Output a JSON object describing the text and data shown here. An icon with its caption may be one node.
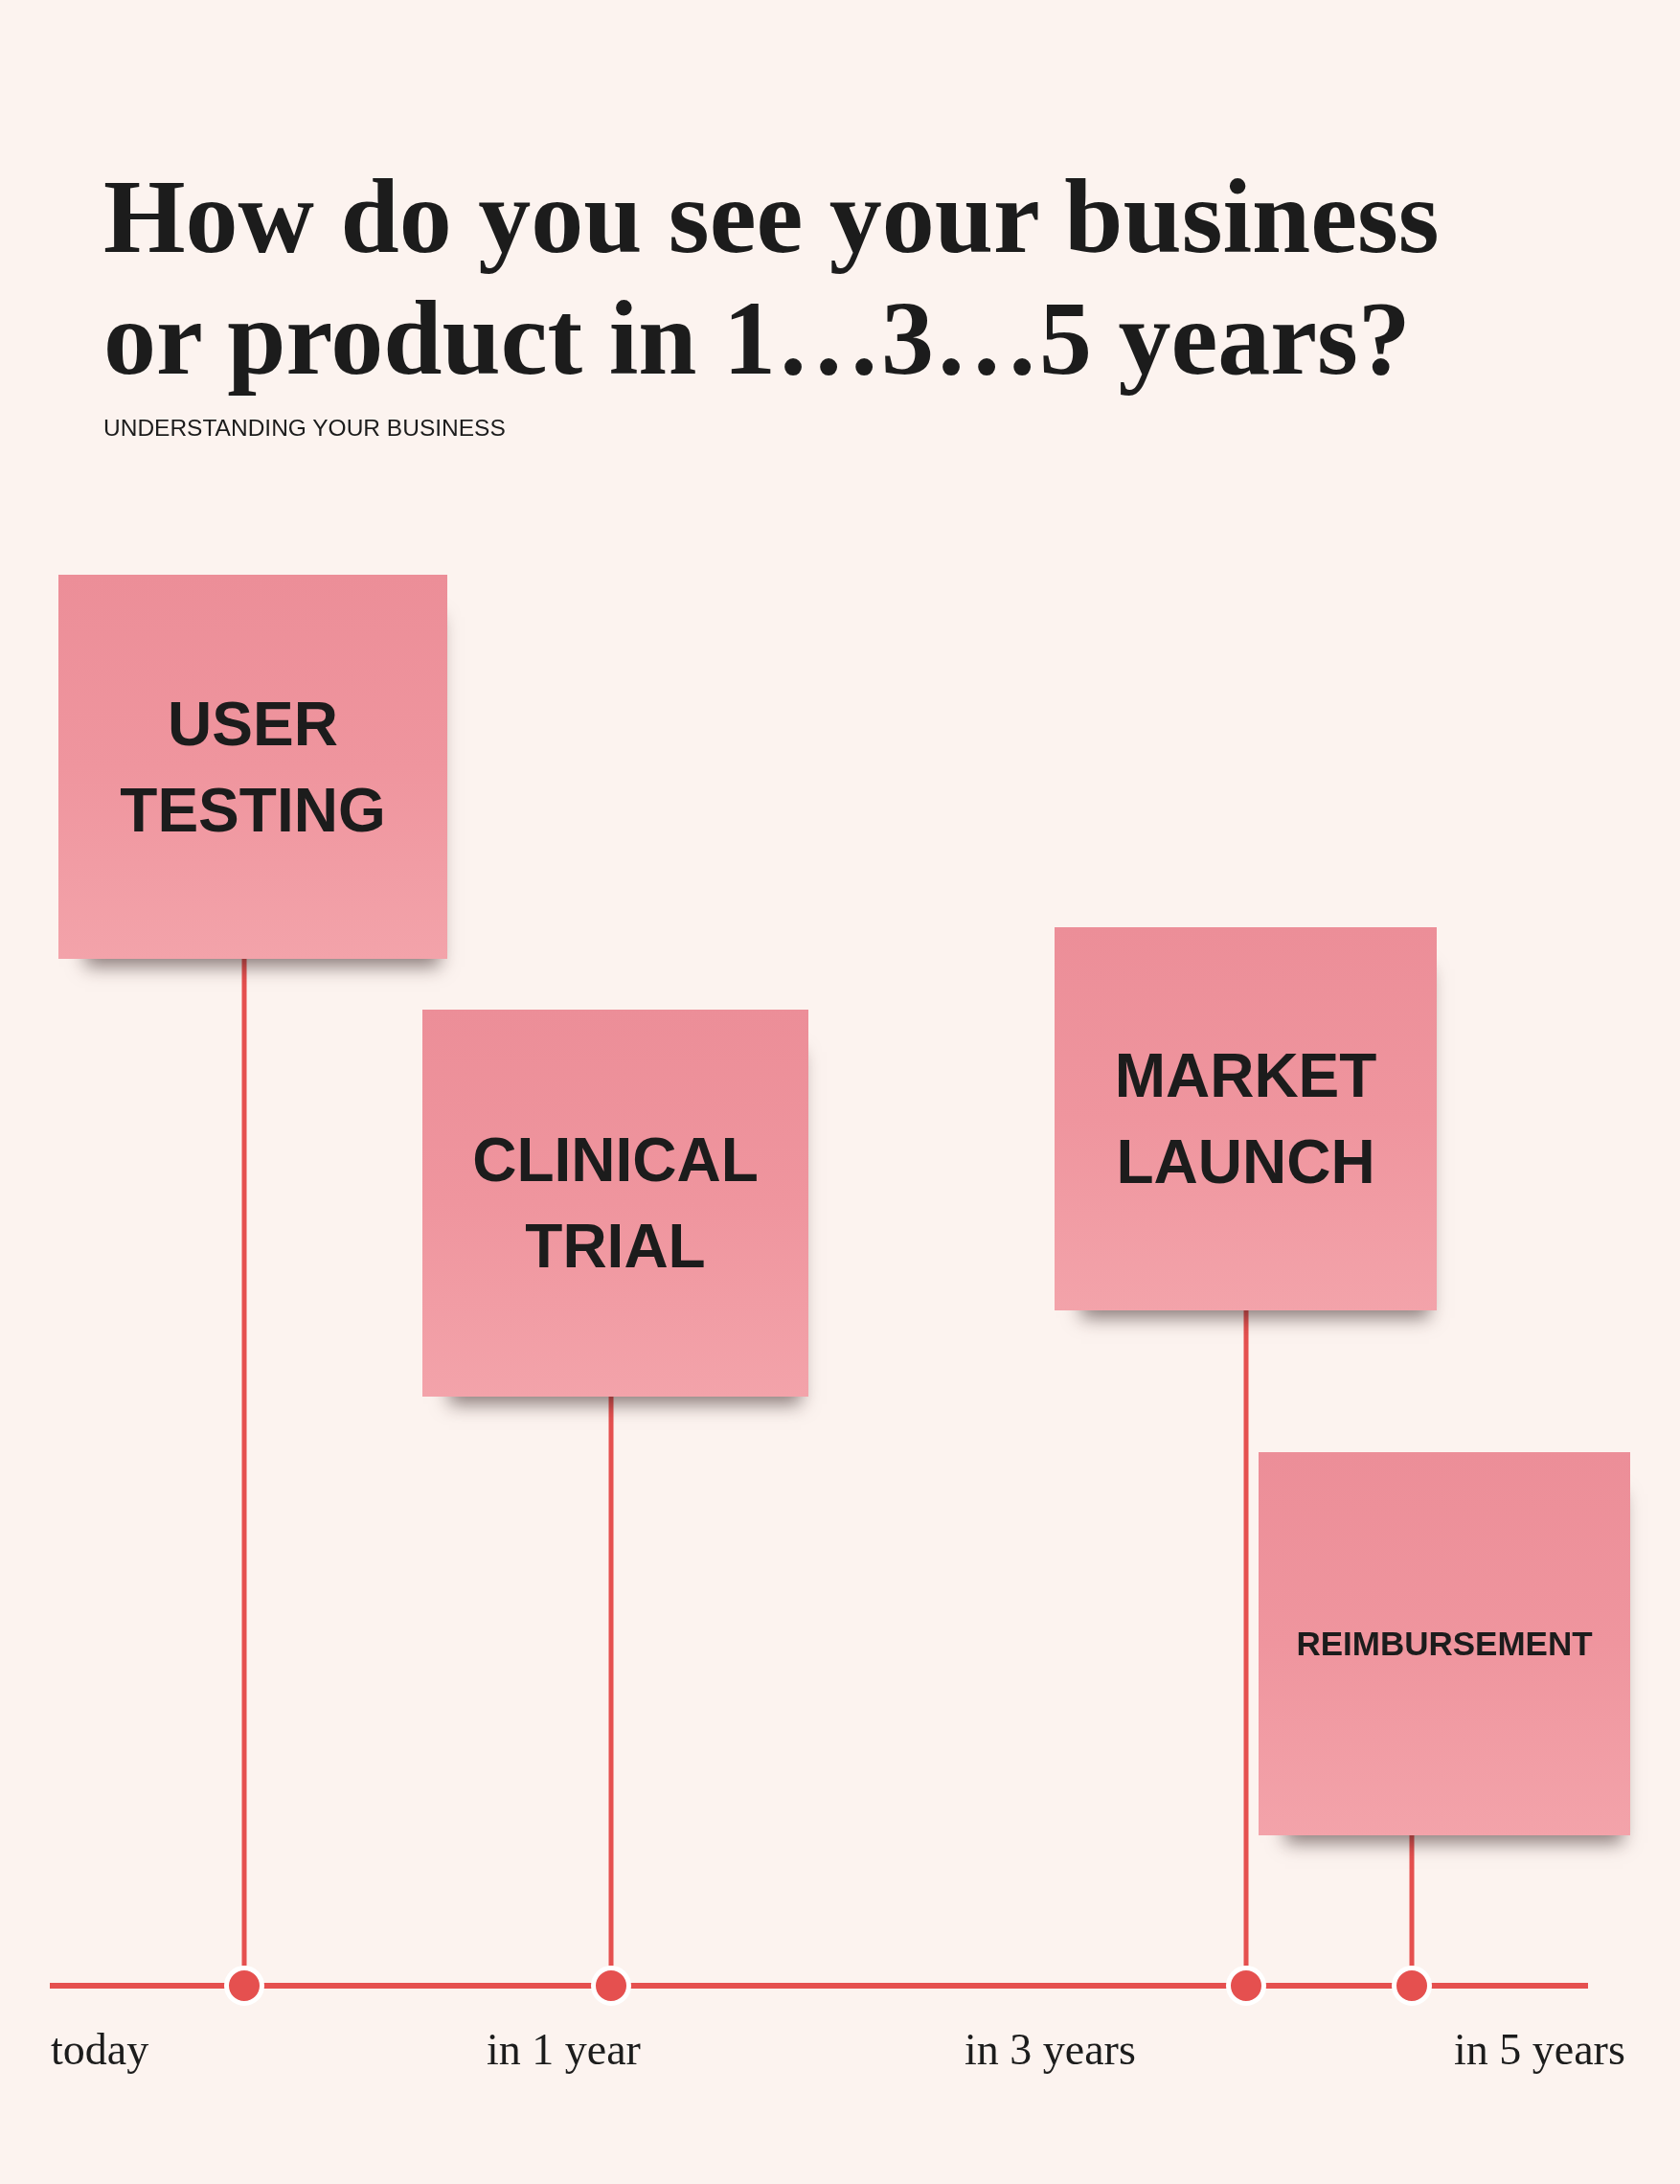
{
  "diagram": {
    "title": "How do you see your business or product in 1…3…5 years?",
    "nodes": [
      {
        "text": [
          "USER TESTING"
        ]
      },
      {
        "text": [
          "CLINICAL TRIAL"
        ]
      },
      {
        "text": [
          "MARKET LAUNCH"
        ]
      },
      {
        "text": [
          "REIMBURSEMENT"
        ]
      },
      {
        "text": [],
        "shape": "circle"
      },
      {
        "text": [],
        "shape": "circle"
      },
      {
        "text": [],
        "shape": "circle"
      },
      {
        "text": [],
        "shape": "circle"
      }
    ],
    "edges": [
      {
        "from": 0,
        "to": 4,
        "arrow": "none"
      },
      {
        "from": 1,
        "to": 5,
        "arrow": "none"
      },
      {
        "from": 2,
        "to": 6,
        "arrow": "none"
      },
      {
        "from": 3,
        "to": 7,
        "arrow": "none"
      }
    ],
    "labels": [
      "UNDERSTANDING YOUR BUSINESS",
      "today",
      "in 1 year",
      "in 3 years",
      "in 5 years"
    ]
  }
}
